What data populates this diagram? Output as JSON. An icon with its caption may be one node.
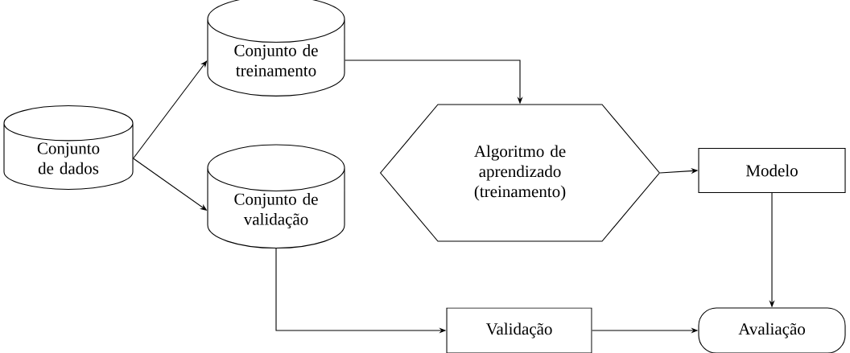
{
  "diagram": {
    "nodes": [
      {
        "text": [
          "Conjunto de dados"
        ]
      },
      {
        "text": [
          "Conjunto de treinamento"
        ]
      },
      {
        "text": [
          "Conjunto de validação"
        ]
      },
      {
        "text": [
          "Algoritmo de aprendizado (treinamento)"
        ]
      },
      {
        "text": [
          "Modelo"
        ]
      },
      {
        "text": [
          "Validação"
        ]
      },
      {
        "text": [
          "Avaliação"
        ]
      }
    ],
    "edges": [
      {
        "from": 0,
        "to": 1,
        "arrow": "to"
      },
      {
        "from": 0,
        "to": 2,
        "arrow": "to"
      },
      {
        "from": 1,
        "to": 3,
        "arrow": "to"
      },
      {
        "from": 3,
        "to": 4,
        "arrow": "to"
      },
      {
        "from": 4,
        "to": 6,
        "arrow": "to"
      },
      {
        "from": 2,
        "to": 5,
        "arrow": "to"
      },
      {
        "from": 5,
        "to": 6,
        "arrow": "to"
      }
    ]
  }
}
